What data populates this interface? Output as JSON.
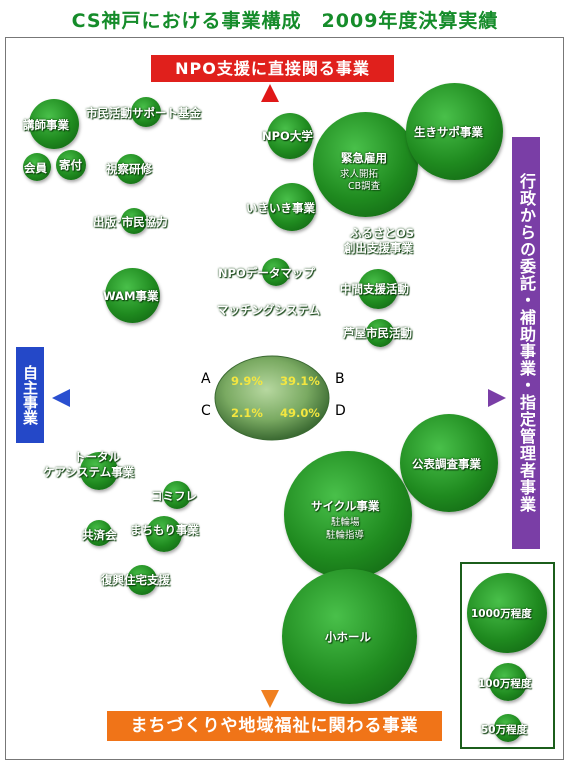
{
  "title": "CS神戸における事業構成　2009年度決算実績",
  "axes": {
    "top": "NPO支援に直接関る事業",
    "bottom": "まちづくりや地域福祉に関わる事業",
    "left": "自主事業",
    "right": "行政からの委託・補助事業・指定管理者事業"
  },
  "quadrants": [
    {
      "letter": "A",
      "percent": "9.9%"
    },
    {
      "letter": "B",
      "percent": "39.1%"
    },
    {
      "letter": "C",
      "percent": "2.1%"
    },
    {
      "letter": "D",
      "percent": "49.0%"
    }
  ],
  "projects": {
    "kousi": "講師事業",
    "shimin_support": "市民活動サポート基金",
    "kaiin": "会員",
    "kifu": "寄付",
    "shisatsu": "視察研修",
    "shuppan": "出版･市民協力",
    "wam": "WAM事業",
    "npo_univ": "NPO大学",
    "kinkyu": "緊急雇用",
    "kinkyu_sub1": "求人開拓",
    "kinkyu_sub2": "CB調査",
    "ikisapo": "生きサポ事業",
    "ikiiki": "いきいき事業",
    "furusato1": "ふるさとOS",
    "furusato2": "創出支援事業",
    "npo_datamap": "NPOデータマップ",
    "chukan": "中間支援活動",
    "matching": "マッチングシステム",
    "ashiya": "芦屋市民活動",
    "total1": "トータル",
    "total2": "ケアシステム事業",
    "komifure": "コミフレ",
    "kyosai": "共済会",
    "machimori": "まちもり事業",
    "fukko": "復興住宅支援",
    "koohyou": "公表調査事業",
    "cycle": "サイクル事業",
    "cycle_sub1": "駐輪場",
    "cycle_sub2": "駐輪指導",
    "smallhall": "小ホール"
  },
  "legend": {
    "large": "1000万程度",
    "medium": "100万程度",
    "small": "50万程度"
  },
  "colors": {
    "top_box": "#e0201c",
    "bottom_box": "#f07418",
    "left_box": "#2448c8",
    "right_box": "#7a3ea6",
    "bubble": "#1f8a1f",
    "title": "#158c2a"
  }
}
